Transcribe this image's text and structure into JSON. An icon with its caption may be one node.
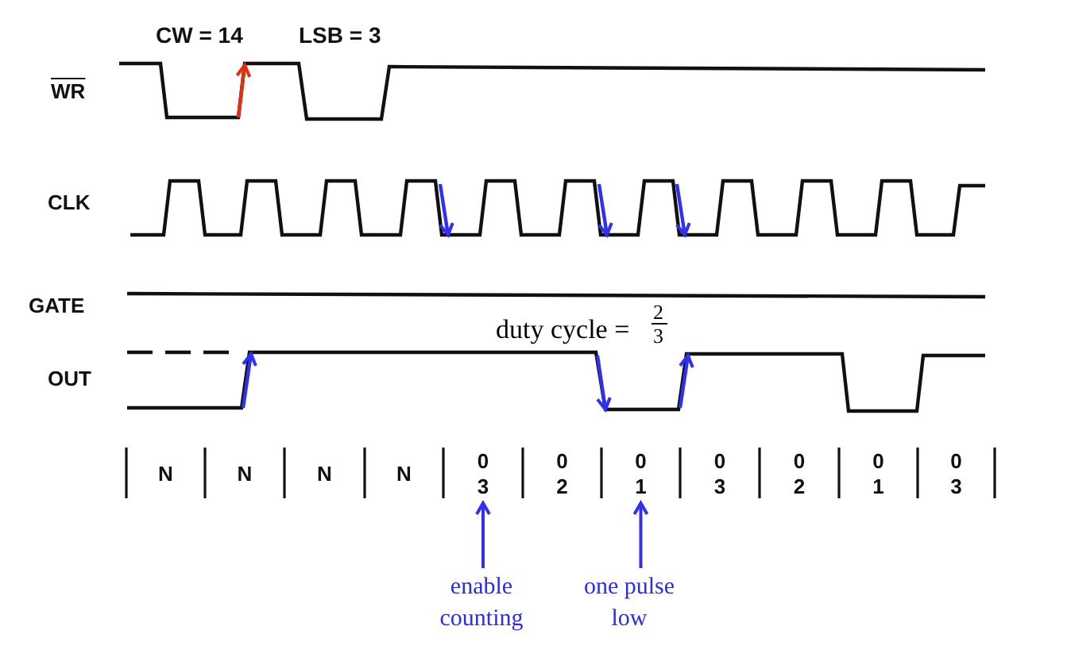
{
  "diagram": {
    "nodes": [
      {
        "text": [
          "N"
        ]
      },
      {
        "text": [
          "N"
        ]
      },
      {
        "text": [
          "N"
        ]
      },
      {
        "text": [
          "N"
        ]
      },
      {
        "text": [
          "0",
          "3"
        ]
      },
      {
        "text": [
          "0",
          "2"
        ]
      },
      {
        "text": [
          "0",
          "1"
        ]
      },
      {
        "text": [
          "0",
          "3"
        ]
      },
      {
        "text": [
          "0",
          "2"
        ]
      },
      {
        "text": [
          "0",
          "1"
        ]
      },
      {
        "text": [
          "0",
          "3"
        ]
      },
      {
        "text": [
          "enable counting"
        ]
      },
      {
        "text": [
          "one pulse low"
        ]
      }
    ],
    "edges": [
      {
        "from": 11,
        "to": 4,
        "arrow": "to"
      },
      {
        "from": 12,
        "to": 6,
        "arrow": "to"
      }
    ],
    "labels": [
      "CW = 14",
      "LSB = 3",
      "WR",
      "CLK",
      "GATE",
      "OUT",
      "duty cycle =",
      "2",
      "3"
    ]
  }
}
